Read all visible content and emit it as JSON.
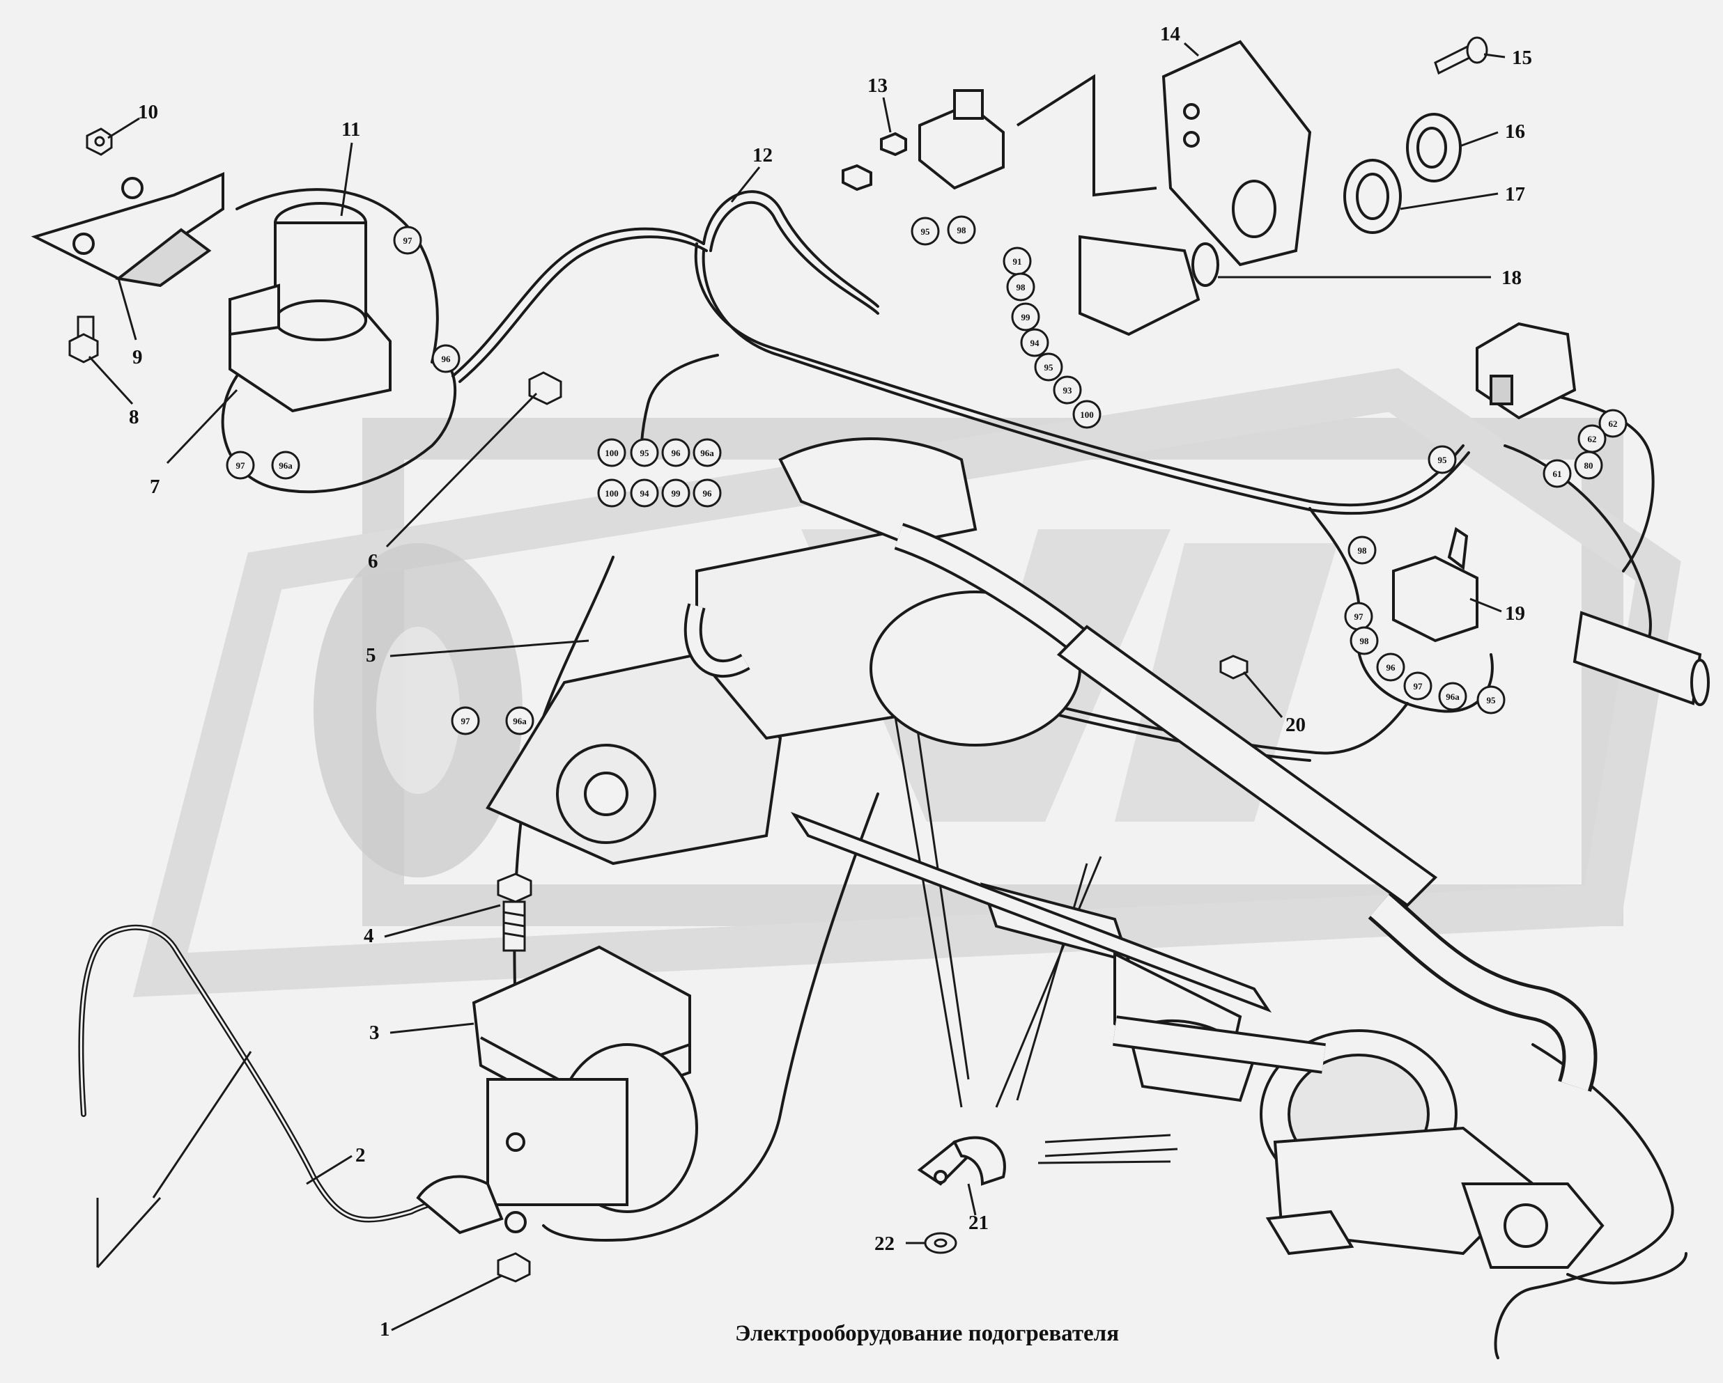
{
  "caption": "Электрооборудование подогревателя",
  "callouts": {
    "n1": "1",
    "n2": "2",
    "n3": "3",
    "n4": "4",
    "n5": "5",
    "n6": "6",
    "n7": "7",
    "n8": "8",
    "n9": "9",
    "n10": "10",
    "n11": "11",
    "n12": "12",
    "n13": "13",
    "n14": "14",
    "n15": "15",
    "n16": "16",
    "n17": "17",
    "n18": "18",
    "n19": "19",
    "n20": "20",
    "n21": "21",
    "n22": "22"
  },
  "connector_tags": {
    "t96a": "96а",
    "t97": "97",
    "t96": "96",
    "t97b": "97",
    "t100": "100",
    "t95": "95",
    "t96b": "96",
    "t96c": "96а",
    "t100a": "100",
    "t94": "94",
    "t99": "99",
    "t96d": "96",
    "t95a": "95",
    "t98": "98",
    "t91": "91",
    "t98a": "98",
    "t99a": "99",
    "t94a": "94",
    "t95b": "95",
    "t93": "93",
    "t100b": "100",
    "t98b": "98",
    "t97c": "97",
    "t98c": "98",
    "t96e": "96",
    "t97d": "97",
    "t96f": "96а",
    "t95c": "95",
    "t96g": "96а",
    "t97e": "97",
    "t62": "62",
    "t61": "61",
    "t80": "80",
    "t62a": "62",
    "t95d": "95"
  },
  "colors": {
    "ink": "#1a1a1a",
    "background": "#f2f2f2",
    "watermark": "#d6d6d6",
    "watermark_dark": "#c6c6c6"
  }
}
